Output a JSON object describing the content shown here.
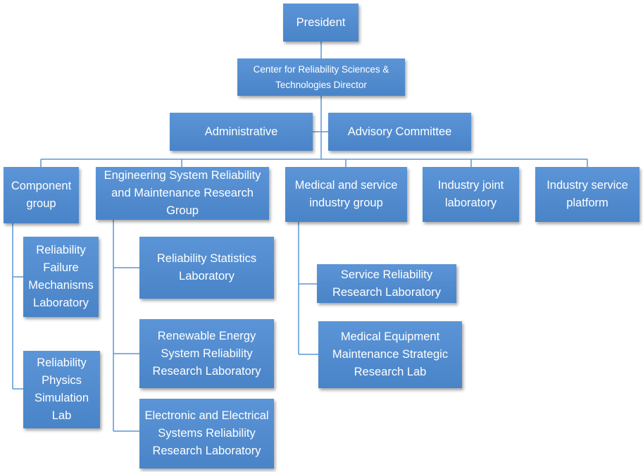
{
  "colors": {
    "box_fill": "#5b95d7",
    "box_text": "#ffffff",
    "connector": "#5b95d7"
  },
  "nodes": {
    "president": "President",
    "director": "Center for Reliability Sciences & Technologies Director",
    "administrative": "Administrative",
    "advisory": "Advisory Committee",
    "component_group": "Component group",
    "engineering_group": "Engineering System Reliability and Maintenance Research Group",
    "medical_group": "Medical and service industry group",
    "industry_lab": "Industry joint laboratory",
    "industry_platform": "Industry service platform",
    "failure_lab": "Reliability Failure Mechanisms Laboratory",
    "physics_lab": "Reliability Physics Simulation Lab",
    "statistics_lab": "Reliability Statistics Laboratory",
    "renewable_lab": "Renewable Energy System Reliability Research Laboratory",
    "electronic_lab": "Electronic and Electrical Systems Reliability Research Laboratory",
    "service_lab": "Service Reliability Research Laboratory",
    "medical_lab": "Medical Equipment Maintenance Strategic Research Lab"
  }
}
